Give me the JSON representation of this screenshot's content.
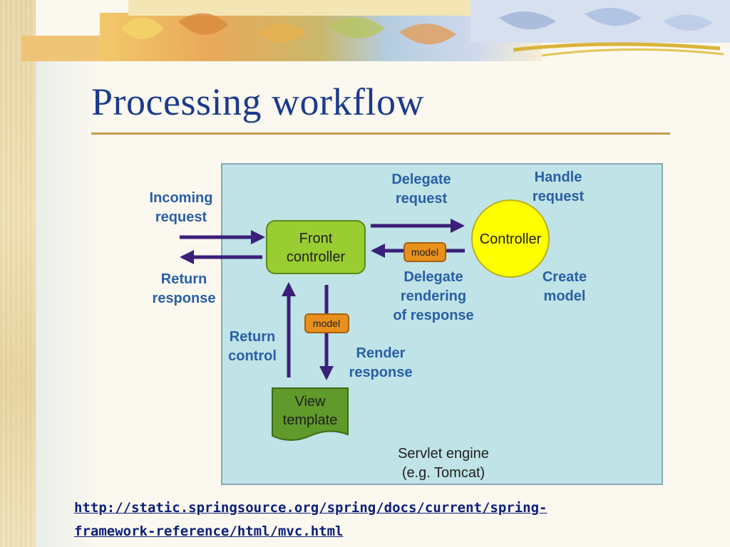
{
  "slide": {
    "title": "Processing workflow",
    "link_line1": "http://static.springsource.org/spring/docs/current/spring-",
    "link_line2": "framework-reference/html/mvc.html"
  },
  "diagram": {
    "labels": {
      "incoming_request": [
        "Incoming",
        "request"
      ],
      "return_response": [
        "Return",
        "response"
      ],
      "delegate_request": [
        "Delegate",
        "request"
      ],
      "handle_request": [
        "Handle",
        "request"
      ],
      "delegate_rendering": [
        "Delegate",
        "rendering",
        "of response"
      ],
      "create_model": [
        "Create",
        "model"
      ],
      "return_control": [
        "Return",
        "control"
      ],
      "render_response": [
        "Render",
        "response"
      ]
    },
    "nodes": {
      "front_controller": [
        "Front",
        "controller"
      ],
      "controller": "Controller",
      "view_template": [
        "View",
        "template"
      ],
      "model_badge": "model",
      "servlet_engine": [
        "Servlet engine",
        "(e.g. Tomcat)"
      ]
    },
    "colors": {
      "panel": "#bfe3e6",
      "front_controller": "#9acd32",
      "controller": "#ffff00",
      "view_template": "#5f9a2a",
      "model_badge": "#e8901c",
      "arrow": "#3b1f7a",
      "label_text": "#2a5fa6",
      "title_text": "#1a3a8c"
    }
  }
}
